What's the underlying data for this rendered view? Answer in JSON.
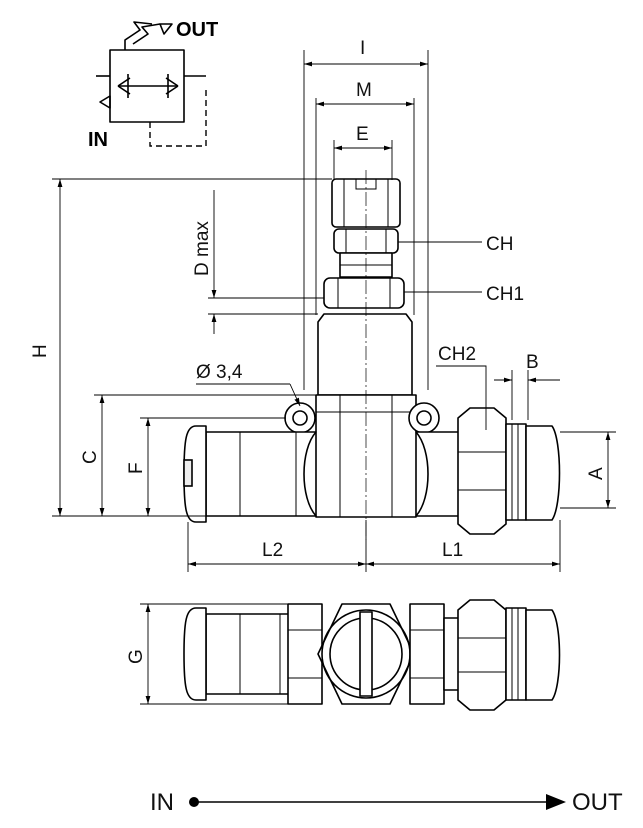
{
  "symbol": {
    "out_label": "OUT",
    "in_label": "IN"
  },
  "dimensions": {
    "I": "I",
    "M": "M",
    "E": "E",
    "D_max": "D max",
    "CH": "CH",
    "CH1": "CH1",
    "CH2": "CH2",
    "B": "B",
    "A": "A",
    "H": "H",
    "C": "C",
    "F": "F",
    "hole": "Ø 3,4",
    "L1": "L1",
    "L2": "L2",
    "G": "G"
  },
  "flow": {
    "in_label": "IN",
    "out_label": "OUT"
  }
}
